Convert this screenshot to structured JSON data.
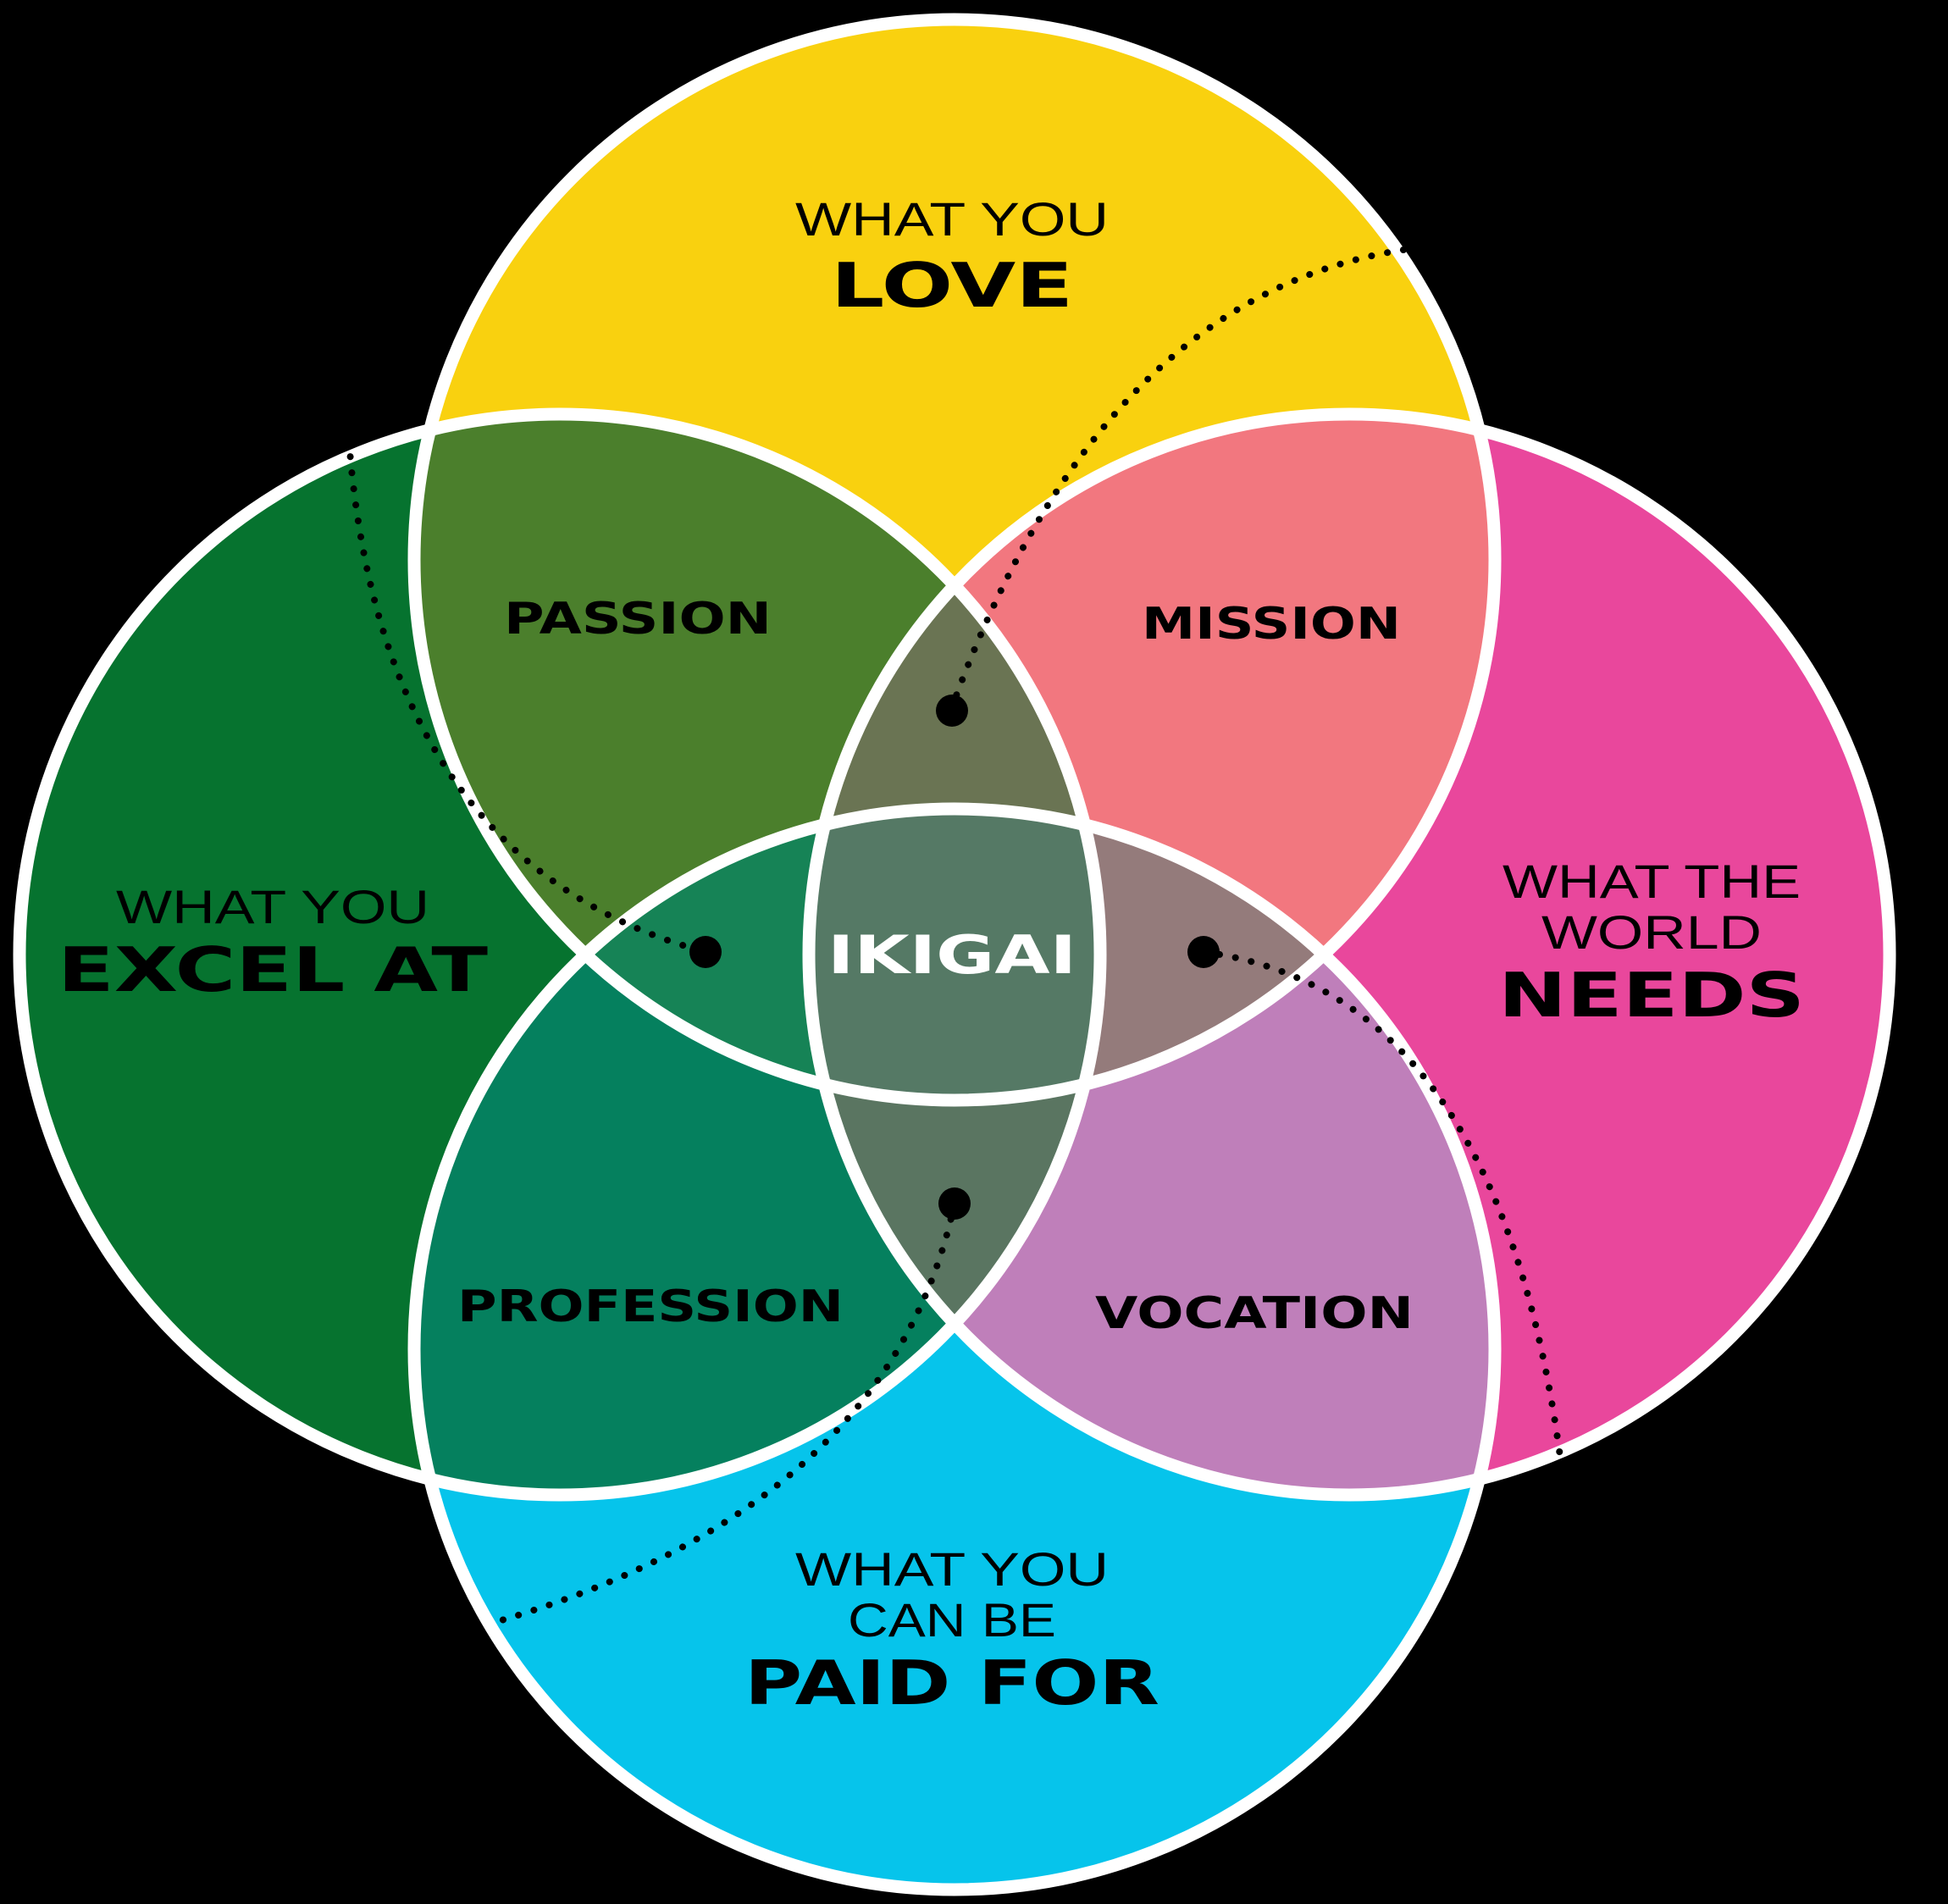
{
  "colors": {
    "background": "#000000",
    "love": "#f9d10f",
    "excel": "#06732f",
    "needs": "#e9479c",
    "paid": "#06c4eb",
    "passion": "#4b7f2c",
    "mission": "#f2777f",
    "profession": "#05805e",
    "vocation": "#bf7fba",
    "love_excel_needs": "#6a7453",
    "love_needs_paid": "#947b7b",
    "excel_paid_needs": "#5a7561",
    "excel_love_paid": "#168356",
    "ikigai": "#557965",
    "outline": "#ffffff",
    "dots": "#000000"
  },
  "icons": [
    "dot-marker-icon"
  ],
  "circles": {
    "love": {
      "line1": "WHAT YOU",
      "line2": "LOVE"
    },
    "excel": {
      "line1": "WHAT YOU",
      "line2": "EXCEL AT"
    },
    "needs": {
      "line1": "WHAT THE",
      "line2": "WORLD",
      "line3": "NEEDS"
    },
    "paid": {
      "line1": "WHAT YOU",
      "line2": "CAN BE",
      "line3": "PAID FOR"
    }
  },
  "intersections": {
    "passion": "PASSION",
    "mission": "MISSION",
    "profession": "PROFESSION",
    "vocation": "VOCATION",
    "center": "IKIGAI"
  }
}
